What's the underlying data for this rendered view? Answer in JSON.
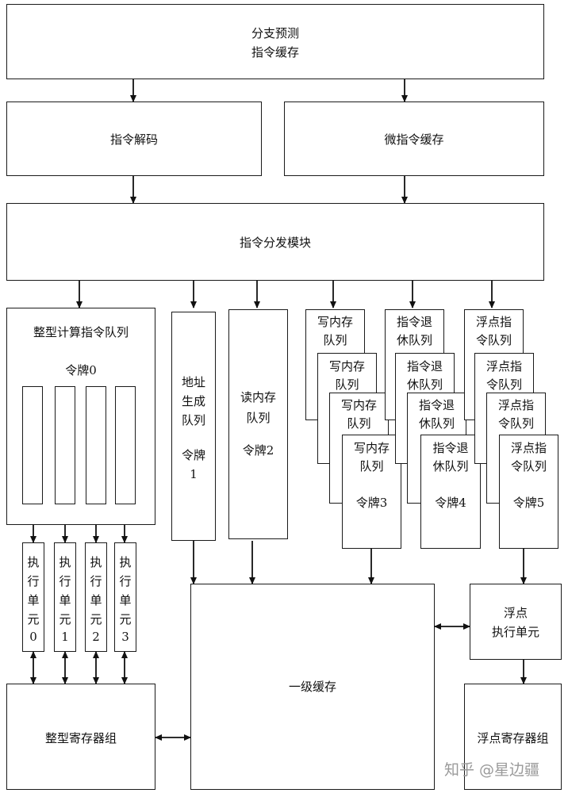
{
  "branch_predict": {
    "line1": "分支预测",
    "line2": "指令缓存"
  },
  "decode": "指令解码",
  "micro_cache": "微指令缓存",
  "dispatch": "指令分发模块",
  "int_queue": {
    "title": "整型计算指令队列",
    "token": "令牌0"
  },
  "addr_queue": {
    "l1": "地址",
    "l2": "生成",
    "l3": "队列",
    "token_a": "令牌",
    "token_b": "1"
  },
  "load_queue": {
    "l1": "读内存",
    "l2": "队列",
    "token": "令牌2"
  },
  "store_queue": {
    "l1": "写内存",
    "l2": "队列",
    "token": "令牌3"
  },
  "retire_queue": {
    "l1": "指令退",
    "l2": "休队列",
    "token": "令牌4"
  },
  "fp_queue": {
    "l1": "浮点指",
    "l2": "令队列",
    "token": "令牌5"
  },
  "exec_units": [
    {
      "c1": "执",
      "c2": "行",
      "c3": "单",
      "c4": "元",
      "c5": "0"
    },
    {
      "c1": "执",
      "c2": "行",
      "c3": "单",
      "c4": "元",
      "c5": "1"
    },
    {
      "c1": "执",
      "c2": "行",
      "c3": "单",
      "c4": "元",
      "c5": "2"
    },
    {
      "c1": "执",
      "c2": "行",
      "c3": "单",
      "c4": "元",
      "c5": "3"
    }
  ],
  "l1_cache": "一级缓存",
  "fp_exec": {
    "line1": "浮点",
    "line2": "执行单元"
  },
  "int_regs": "整型寄存器组",
  "fp_regs": "浮点寄存器组",
  "watermark": "知乎 @星边疆"
}
